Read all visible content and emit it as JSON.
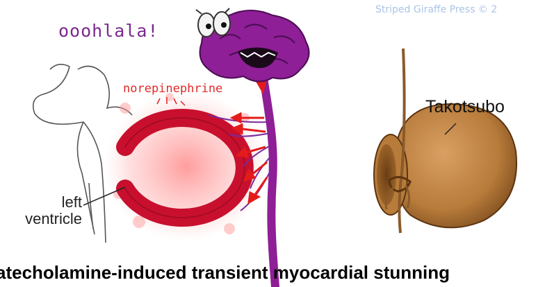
{
  "credit": "Striped Giraffe Press © 2",
  "exclamation": "ooohlala!",
  "hormone_label": "norepinephrine",
  "ventricle_label": [
    "left",
    "ventricle"
  ],
  "pot_label": "Takotsubo",
  "caption": "atecholamine-induced transient myocardial stunning",
  "colors": {
    "brain": "#8e1f96",
    "spinal_cord": "#8e1f96",
    "ventricle": "#c8102e",
    "nerve_signal": "#e41b1b",
    "pot": "#b77b3a"
  }
}
